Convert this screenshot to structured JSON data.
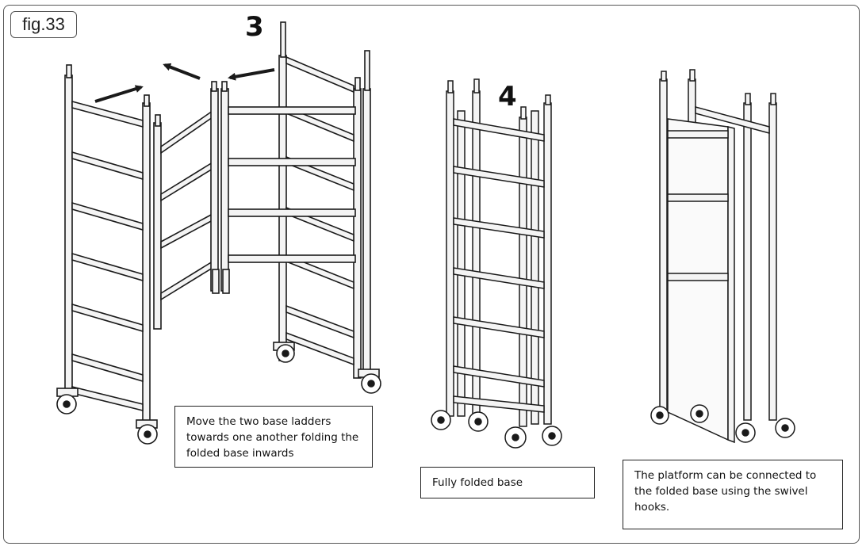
{
  "figure_label": "fig.33",
  "steps": {
    "three": "3",
    "four": "4"
  },
  "captions": {
    "step3": "Move the two base ladders towards one another folding the folded base inwards",
    "step4": "Fully folded base",
    "platform": "The platform can be connected to the folded base using the swivel hooks."
  },
  "icons": {
    "arrows": "arrow-icon",
    "wheels": "castor-wheel-icon"
  },
  "colors": {
    "line": "#1a1a1a",
    "tube_fill": "#f4f4f4",
    "frame_border": "#555555"
  }
}
